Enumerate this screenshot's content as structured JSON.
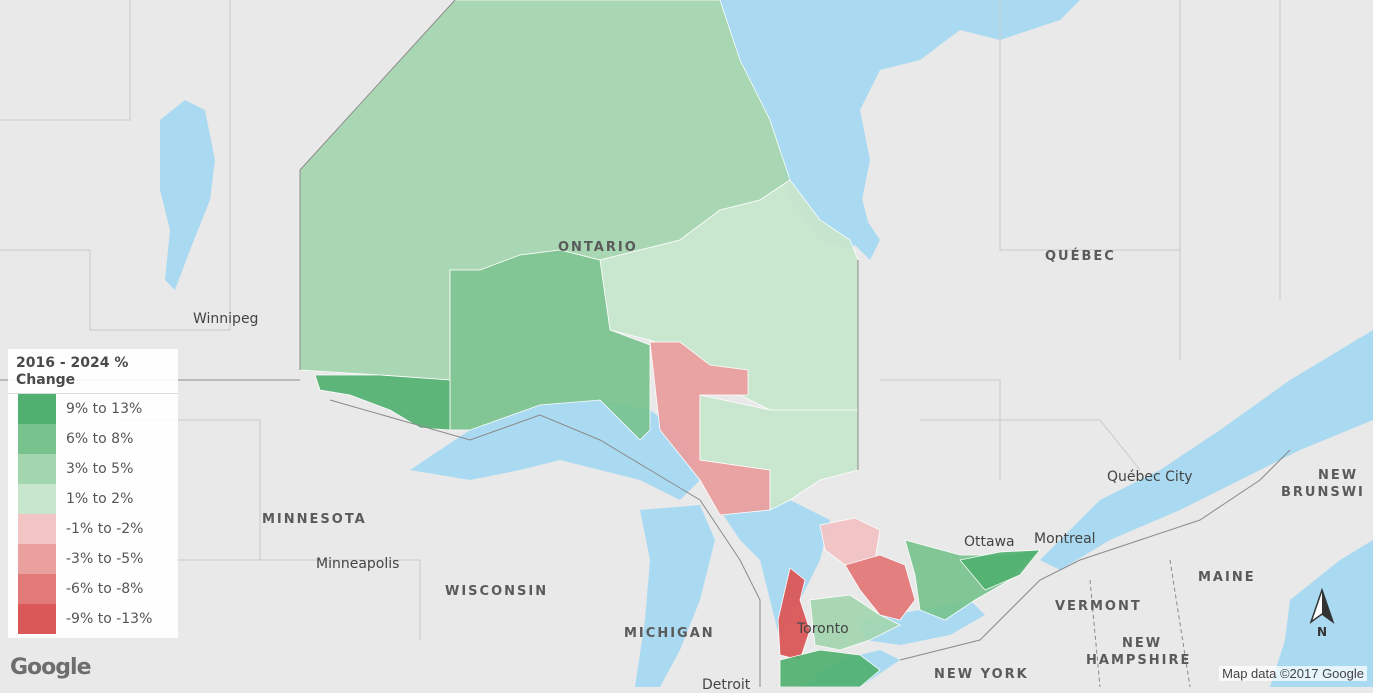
{
  "legend": {
    "title": "2016 - 2024 % Change",
    "items": [
      {
        "label": "9% to 13%",
        "color": "#4fb06f"
      },
      {
        "label": "6% to 8%",
        "color": "#78c38d"
      },
      {
        "label": "3% to 5%",
        "color": "#a3d6ae"
      },
      {
        "label": "1% to 2%",
        "color": "#c8e6cd"
      },
      {
        "label": "-1% to -2%",
        "color": "#f2c4c4"
      },
      {
        "label": "-3% to -5%",
        "color": "#eba0a0"
      },
      {
        "label": "-6% to -8%",
        "color": "#e37a7a"
      },
      {
        "label": "-9% to -13%",
        "color": "#db5858"
      }
    ]
  },
  "places": {
    "ontario": "ONTARIO",
    "quebec": "QUÉBEC",
    "minnesota": "MINNESOTA",
    "wisconsin": "WISCONSIN",
    "michigan": "MICHIGAN",
    "vermont": "VERMONT",
    "maine": "MAINE",
    "new_york": "NEW YORK",
    "new_hampshire_1": "NEW",
    "new_hampshire_2": "HAMPSHIRE",
    "new_brunswick_1": "NEW",
    "new_brunswick_2": "BRUNSWI",
    "winnipeg": "Winnipeg",
    "minneapolis": "Minneapolis",
    "toronto": "Toronto",
    "ottawa": "Ottawa",
    "montreal": "Montreal",
    "quebec_city": "Québec City",
    "detroit": "Detroit"
  },
  "compass": "N",
  "google_logo": "Google",
  "attribution": "Map data ©2017 Google",
  "colors": {
    "water": "#aadaf1",
    "land": "#eaeaea",
    "border": "#7a7a7a"
  }
}
